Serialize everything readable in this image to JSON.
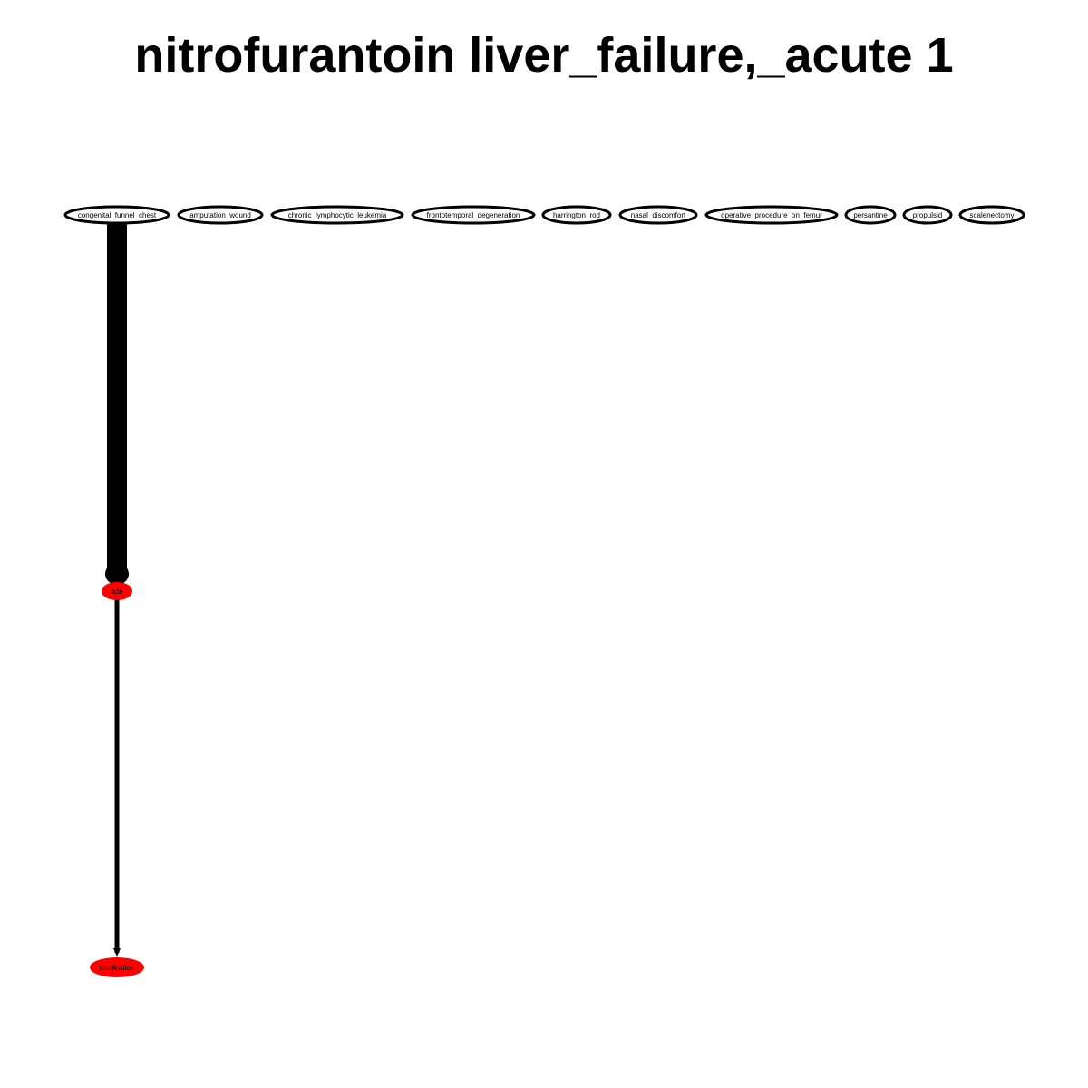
{
  "title": "nitrofurantoin liver_failure,_acute 1",
  "colors": {
    "edge": "#000000",
    "node_outline": "#000000",
    "node_fill_default": "#ffffff",
    "node_fill_highlight": "#ff0000"
  },
  "nodes": [
    {
      "id": "congenital_funnel_chest",
      "label": "congenital_funnel_chest",
      "highlight": false
    },
    {
      "id": "amputation_wound",
      "label": "amputation_wound",
      "highlight": false
    },
    {
      "id": "chronic_lymphocytic_leukemia",
      "label": "chronic_lymphocytic_leukemia",
      "highlight": false
    },
    {
      "id": "frontotemporal_degeneration",
      "label": "frontotemporal_degeneration",
      "highlight": false
    },
    {
      "id": "harrington_rod",
      "label": "harrington_rod",
      "highlight": false
    },
    {
      "id": "nasal_discomfort",
      "label": "nasal_discomfort",
      "highlight": false
    },
    {
      "id": "operative_procedure_on_femur",
      "label": "operative_procedure_on_femur",
      "highlight": false
    },
    {
      "id": "persantine",
      "label": "persantine",
      "highlight": false
    },
    {
      "id": "propulsid",
      "label": "propulsid",
      "highlight": false
    },
    {
      "id": "scalenectomy",
      "label": "scalenectomy",
      "highlight": false
    },
    {
      "id": "ade",
      "label": "ade",
      "highlight": true
    },
    {
      "id": "medication",
      "label": "medication",
      "highlight": true
    }
  ],
  "edges": [
    {
      "from": "congenital_funnel_chest",
      "to": "ade",
      "weight": "heavy"
    },
    {
      "from": "ade",
      "to": "medication",
      "weight": "light"
    }
  ]
}
